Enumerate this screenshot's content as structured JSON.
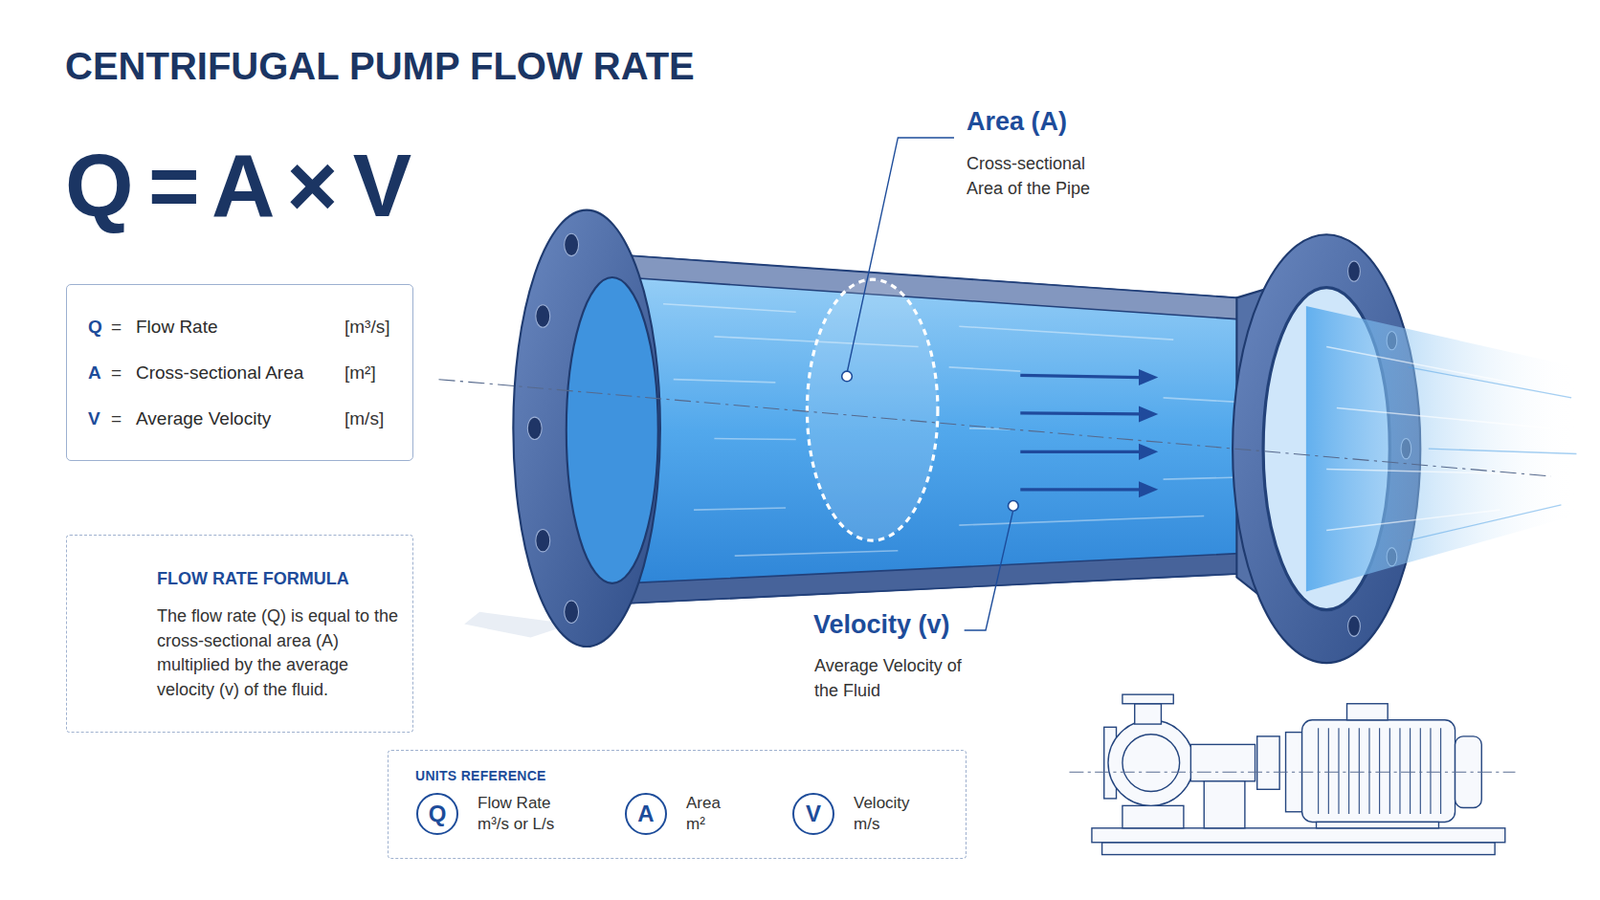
{
  "diagram": {
    "title": "CENTRIFUGAL PUMP FLOW RATE",
    "nodes": [
      {
        "text": [
          "Q",
          "=",
          "Flow Rate",
          "[m³/s]",
          "A",
          "=",
          "Cross-sectional Area",
          "[m²]",
          "V",
          "=",
          "Average Velocity",
          "[m/s]"
        ]
      },
      {
        "text": [
          "FLOW RATE FORMULA",
          "The flow rate (Q) is equal to the cross-sectional area (A) multiplied by the average velocity (v) of the fluid."
        ]
      },
      {
        "text": [
          "UNITS REFERENCE"
        ]
      },
      {
        "text": [
          "Q",
          "Flow Rate",
          "m³/s or L/s"
        ],
        "in": 2
      },
      {
        "text": [
          "A",
          "Area",
          "m²"
        ],
        "in": 2
      },
      {
        "text": [
          "V",
          "Velocity",
          "m/s"
        ],
        "in": 2
      }
    ],
    "edges": [],
    "labels": [
      "Q = A × V",
      "Area (A)",
      "Cross-sectional Area of the Pipe",
      "Velocity (v)",
      "Average Velocity of the Fluid"
    ]
  }
}
